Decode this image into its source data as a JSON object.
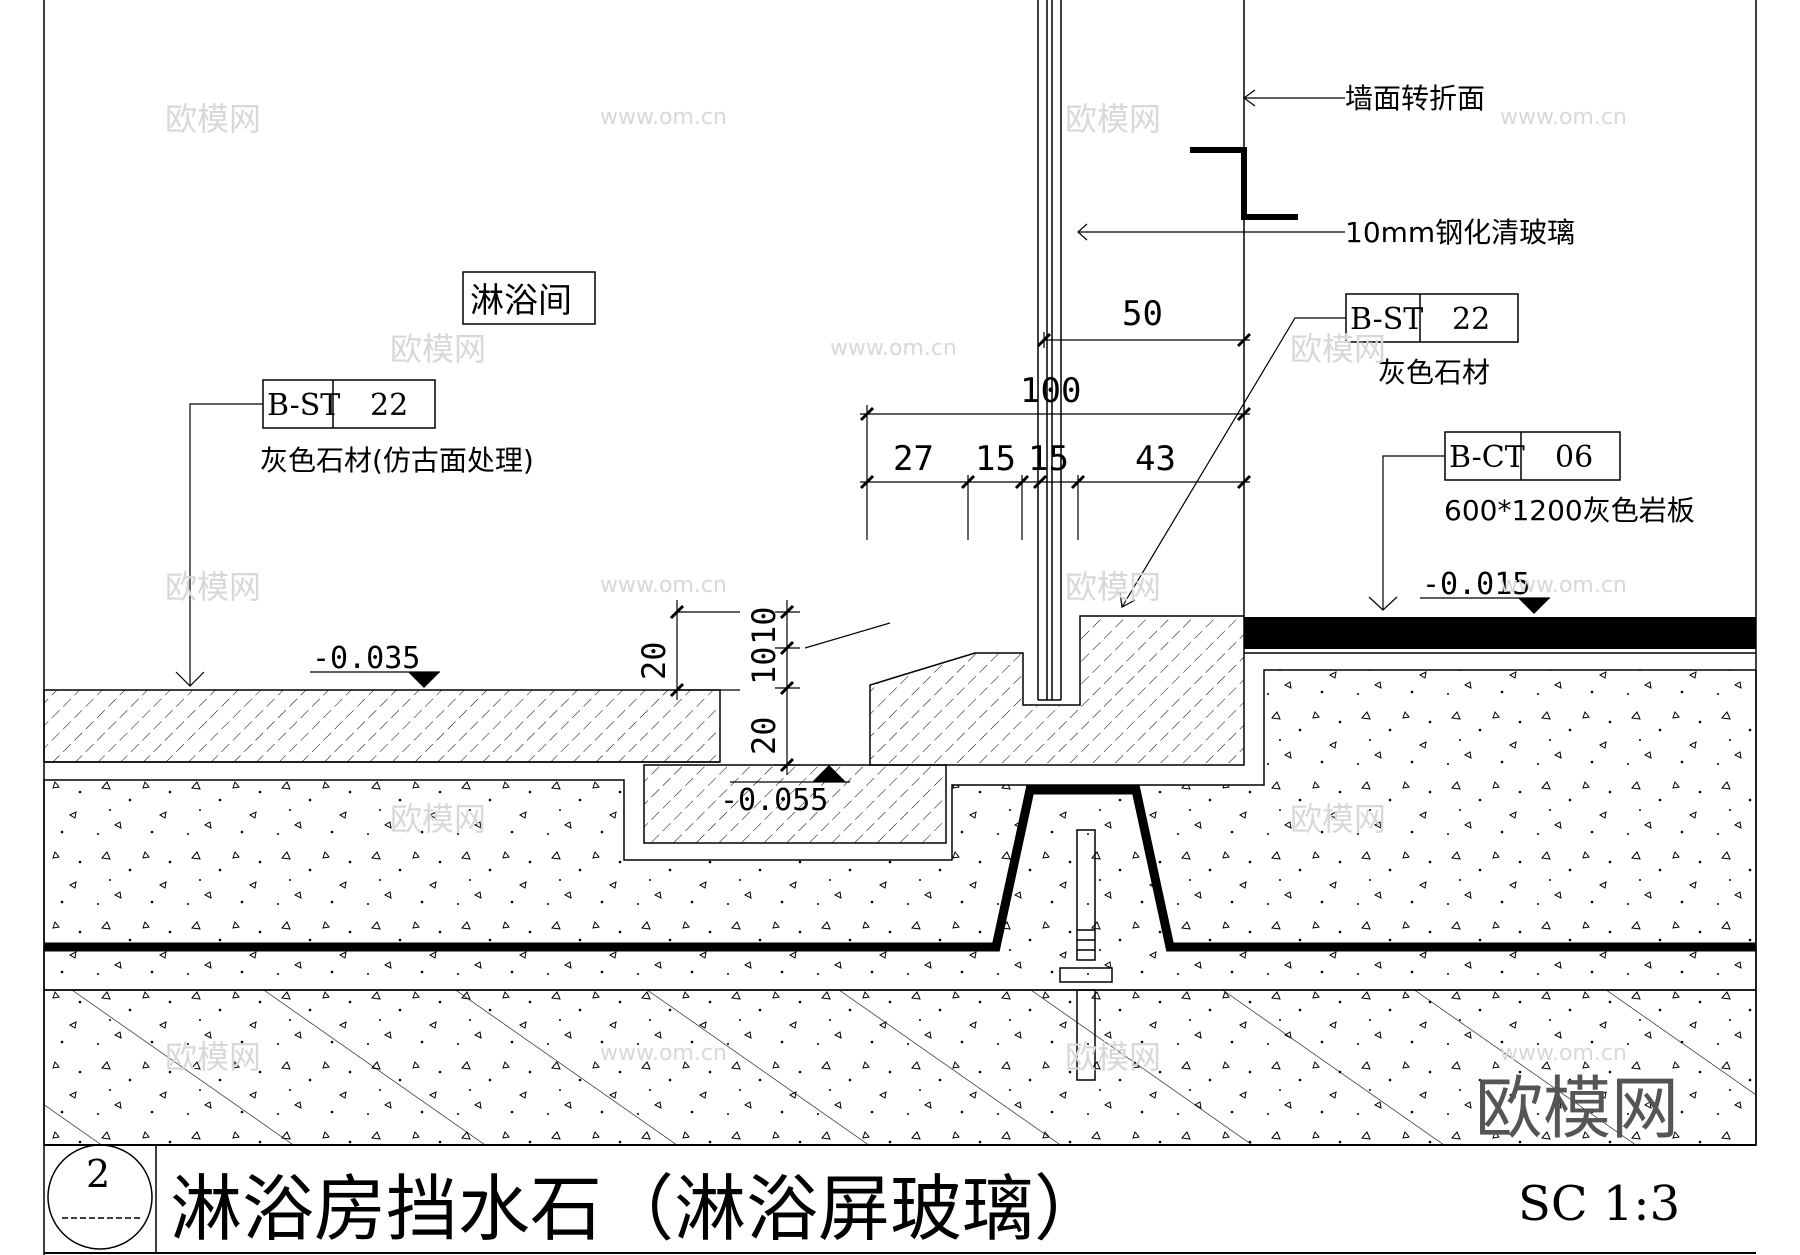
{
  "room_label": "淋浴间",
  "labels": {
    "wall_turn": "墙面转折面",
    "glass": "10mm钢化清玻璃",
    "tag_left": {
      "code": "B-ST",
      "num": "22",
      "desc": "灰色石材(仿古面处理)"
    },
    "tag_mid": {
      "code": "B-ST",
      "num": "22",
      "desc": "灰色石材"
    },
    "tag_right": {
      "code": "B-CT",
      "num": "06",
      "desc": "600*1200灰色岩板"
    }
  },
  "levels": {
    "left": "-0.035",
    "right": "-0.015",
    "groove": "-0.055"
  },
  "dimensions": {
    "d50": "50",
    "d100": "100",
    "d27": "27",
    "d15a": "15",
    "d15b": "15",
    "d43": "43",
    "v20": "20",
    "v10": "10",
    "v20b": "20",
    "v10b": "10"
  },
  "title_block": {
    "number": "2",
    "title": "淋浴房挡水石（淋浴屏玻璃）",
    "scale": "SC  1:3"
  },
  "watermark": {
    "logo": "欧模网",
    "url": "www.om.cn"
  }
}
